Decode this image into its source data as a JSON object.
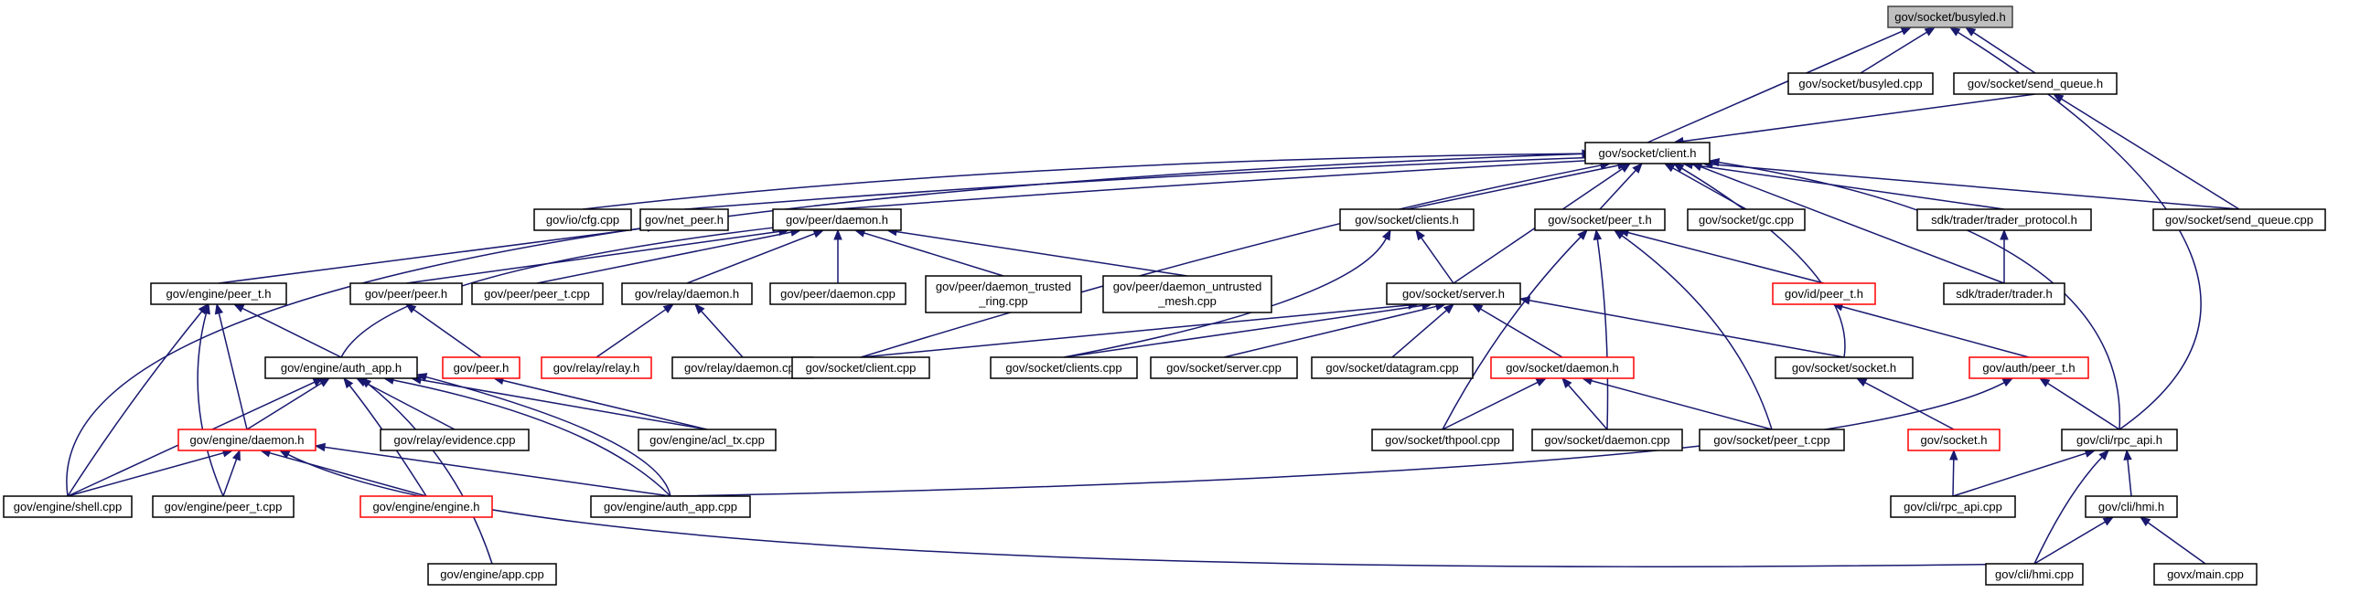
{
  "title": "gov/socket/busyled.h",
  "colors": {
    "edge": "#191970",
    "node_border": "#000000",
    "incomplete_border": "#ff0000",
    "root_fill": "#bfbfbf"
  },
  "nodes": {
    "root": "gov/socket/busyled.h",
    "busyled_cpp": "gov/socket/busyled.cpp",
    "send_queue_h": "gov/socket/send_queue.h",
    "client_h": "gov/socket/client.h",
    "io_cfg": "gov/io/cfg.cpp",
    "net_peer": "gov/net_peer.h",
    "peer_daemon_h": "gov/peer/daemon.h",
    "clients_h": "gov/socket/clients.h",
    "sock_peer_t_h": "gov/socket/peer_t.h",
    "gc_cpp": "gov/socket/gc.cpp",
    "trader_protocol": "sdk/trader/trader_protocol.h",
    "send_queue_cpp": "gov/socket/send_queue.cpp",
    "engine_peer_t_h": "gov/engine/peer_t.h",
    "peer_peer_h": "gov/peer/peer.h",
    "peer_peer_t_cpp": "gov/peer/peer_t.cpp",
    "relay_daemon_h": "gov/relay/daemon.h",
    "peer_daemon_cpp": "gov/peer/daemon.cpp",
    "daemon_trusted_l1": "gov/peer/daemon_trusted",
    "daemon_trusted_l2": "_ring.cpp",
    "daemon_untrusted_l1": "gov/peer/daemon_untrusted",
    "daemon_untrusted_l2": "_mesh.cpp",
    "server_h": "gov/socket/server.h",
    "id_peer_t_h": "gov/id/peer_t.h",
    "trader_h": "sdk/trader/trader.h",
    "auth_app_h": "gov/engine/auth_app.h",
    "peer_h": "gov/peer.h",
    "relay_h": "gov/relay/relay.h",
    "relay_daemon_cpp": "gov/relay/daemon.cpp",
    "client_cpp": "gov/socket/client.cpp",
    "clients_cpp": "gov/socket/clients.cpp",
    "server_cpp": "gov/socket/server.cpp",
    "datagram_cpp": "gov/socket/datagram.cpp",
    "sock_daemon_h": "gov/socket/daemon.h",
    "socket_h": "gov/socket/socket.h",
    "auth_peer_t_h": "gov/auth/peer_t.h",
    "engine_daemon_h": "gov/engine/daemon.h",
    "relay_evidence": "gov/relay/evidence.cpp",
    "acl_tx": "gov/engine/acl_tx.cpp",
    "thpool": "gov/socket/thpool.cpp",
    "sock_daemon_cpp": "gov/socket/daemon.cpp",
    "sock_peer_t_cpp": "gov/socket/peer_t.cpp",
    "gov_socket_h": "gov/socket.h",
    "rpc_api_h": "gov/cli/rpc_api.h",
    "shell_cpp": "gov/engine/shell.cpp",
    "engine_peer_t_cpp": "gov/engine/peer_t.cpp",
    "engine_h": "gov/engine/engine.h",
    "auth_app_cpp": "gov/engine/auth_app.cpp",
    "rpc_api_cpp": "gov/cli/rpc_api.cpp",
    "hmi_h": "gov/cli/hmi.h",
    "app_cpp": "gov/engine/app.cpp",
    "hmi_cpp": "gov/cli/hmi.cpp",
    "main_cpp": "govx/main.cpp"
  }
}
